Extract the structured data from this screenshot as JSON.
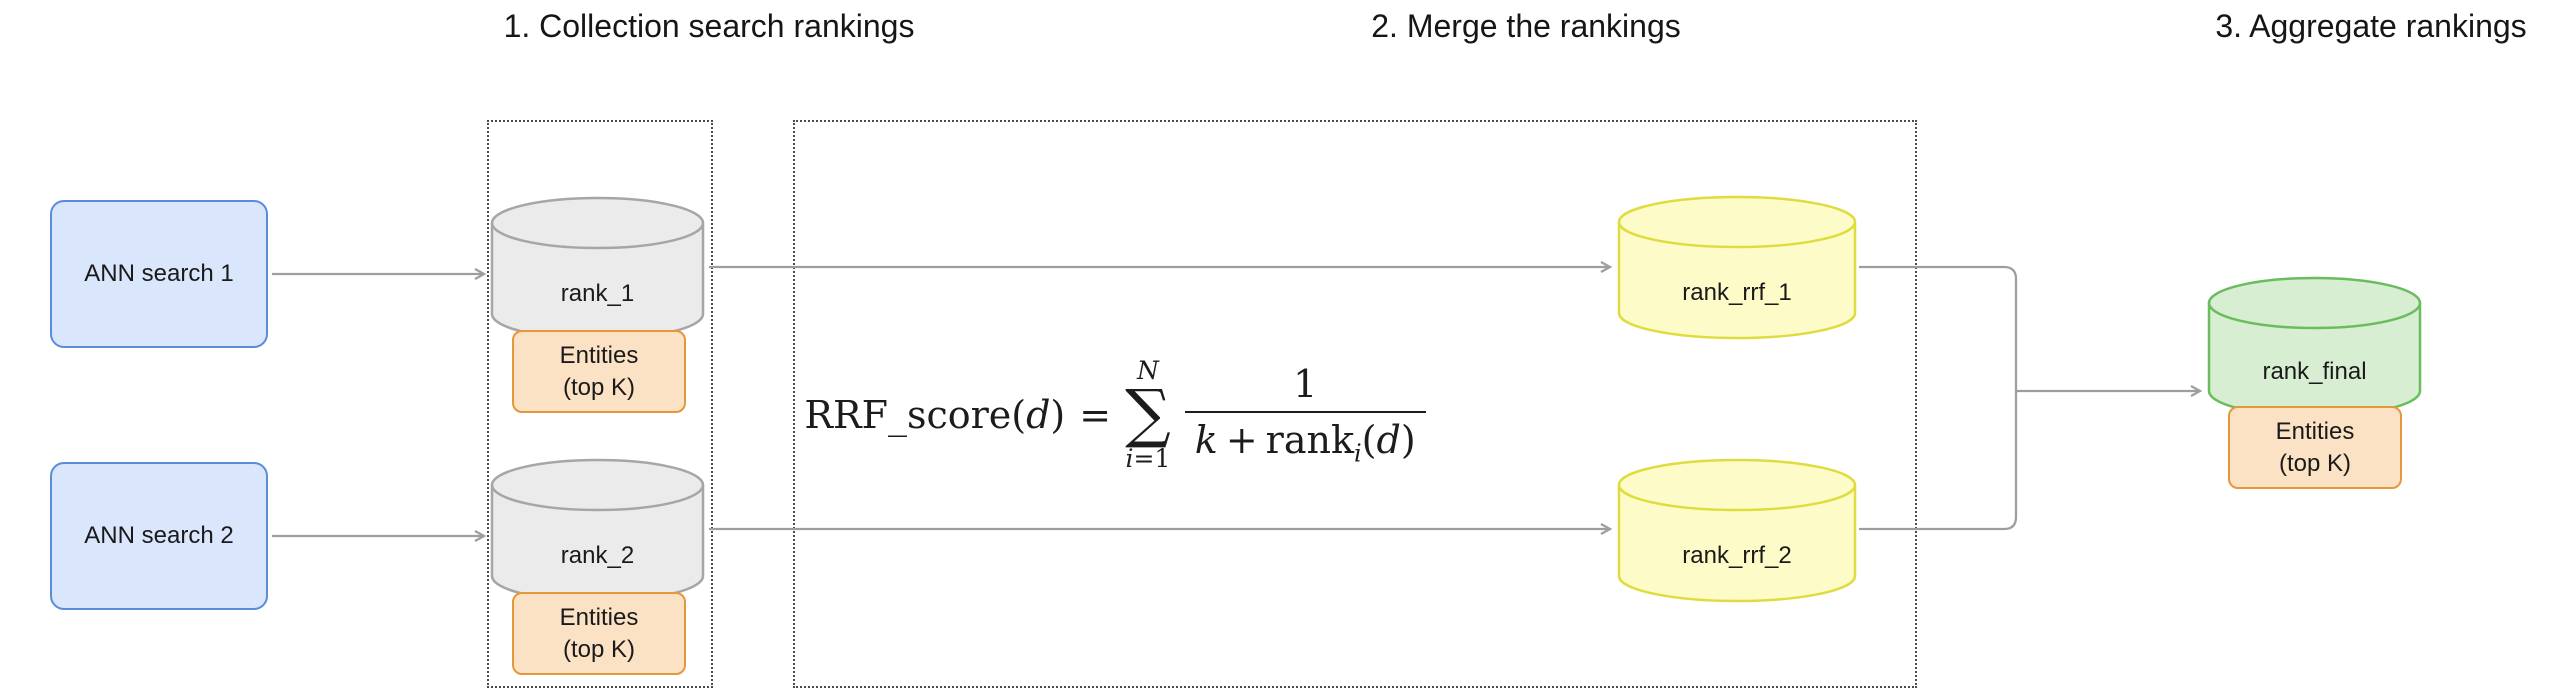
{
  "titles": {
    "step1": "1. Collection search rankings",
    "step2": "2. Merge the rankings",
    "step3": "3. Aggregate rankings"
  },
  "nodes": {
    "ann_search_1": "ANN search 1",
    "ann_search_2": "ANN search 2",
    "rank_1": "rank_1",
    "rank_2": "rank_2",
    "rank_rrf_1": "rank_rrf_1",
    "rank_rrf_2": "rank_rrf_2",
    "rank_final": "rank_final"
  },
  "entities_label": {
    "line1": "Entities",
    "line2": "(top K)"
  },
  "formula": {
    "lhs_name": "RRF_score",
    "lhs_open": "(",
    "lhs_var": "d",
    "lhs_close": ")",
    "equals": "=",
    "sum_upper": "N",
    "sum_symbol": "∑",
    "sum_lower_var": "i",
    "sum_lower_rest": "=1",
    "numerator": "1",
    "den_var_k": "k",
    "den_plus": "+",
    "den_fn": "rank",
    "den_sub_i": "i",
    "den_open": "(",
    "den_var_d": "d",
    "den_close": ")"
  },
  "colors": {
    "ann_fill": "#d9e6fb",
    "ann_border": "#5b8bd9",
    "rank_fill": "#ebebeb",
    "rank_border": "#a6a6a6",
    "rrf_fill": "#fdfcc9",
    "rrf_border": "#e0dc3f",
    "final_fill": "#d8eed2",
    "final_border": "#69bd5c",
    "entities_fill": "#fbe2c5",
    "entities_border": "#e5973c",
    "arrow": "#9e9e9e",
    "dotted_border": "#4a4a4a"
  }
}
